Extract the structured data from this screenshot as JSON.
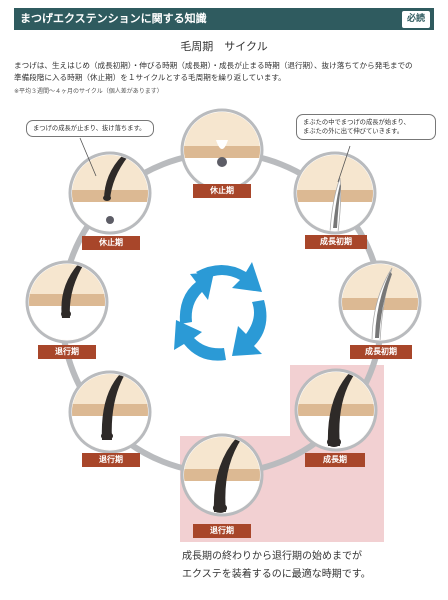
{
  "header": {
    "title": "まつげエクステンションに関する知識",
    "badge": "必読"
  },
  "subtitle": "毛周期　サイクル",
  "intro": {
    "line1": "まつげは、生えはじめ（成長初期）・伸びる時期（成長期）・成長が止まる時期（退行期）、抜け落ちてから発毛までの",
    "line2": "準備段階に入る時期（休止期）を１サイクルとする毛周期を繰り返しています。",
    "note": "※平均３週間〜４ヶ月のサイクル（個人差があります）"
  },
  "callouts": {
    "left": "まつげの成長が止まり、抜け落ちます。",
    "right_line1": "まぶたの中でまつげの成長が始まり、",
    "right_line2": "まぶたの外に出て伸びていきます。"
  },
  "stages": [
    {
      "label": "休止期"
    },
    {
      "label": "成長初期"
    },
    {
      "label": "成長初期"
    },
    {
      "label": "成長期"
    },
    {
      "label": "退行期"
    },
    {
      "label": "退行期"
    },
    {
      "label": "退行期"
    },
    {
      "label": "休止期"
    }
  ],
  "bottom": {
    "line1": "成長期の終わりから退行期の始めまでが",
    "line2": "エクステを装着するのに最適な時期です。"
  },
  "colors": {
    "header": "#2f5b5f",
    "label": "#a8462a",
    "highlight": "#f2d0d2",
    "skin_top": "#f6e6cf",
    "skin_band": "#dcb993",
    "ring": "#b9bbbe",
    "arrow": "#2b9ad6",
    "hair": "#2e2a28"
  }
}
